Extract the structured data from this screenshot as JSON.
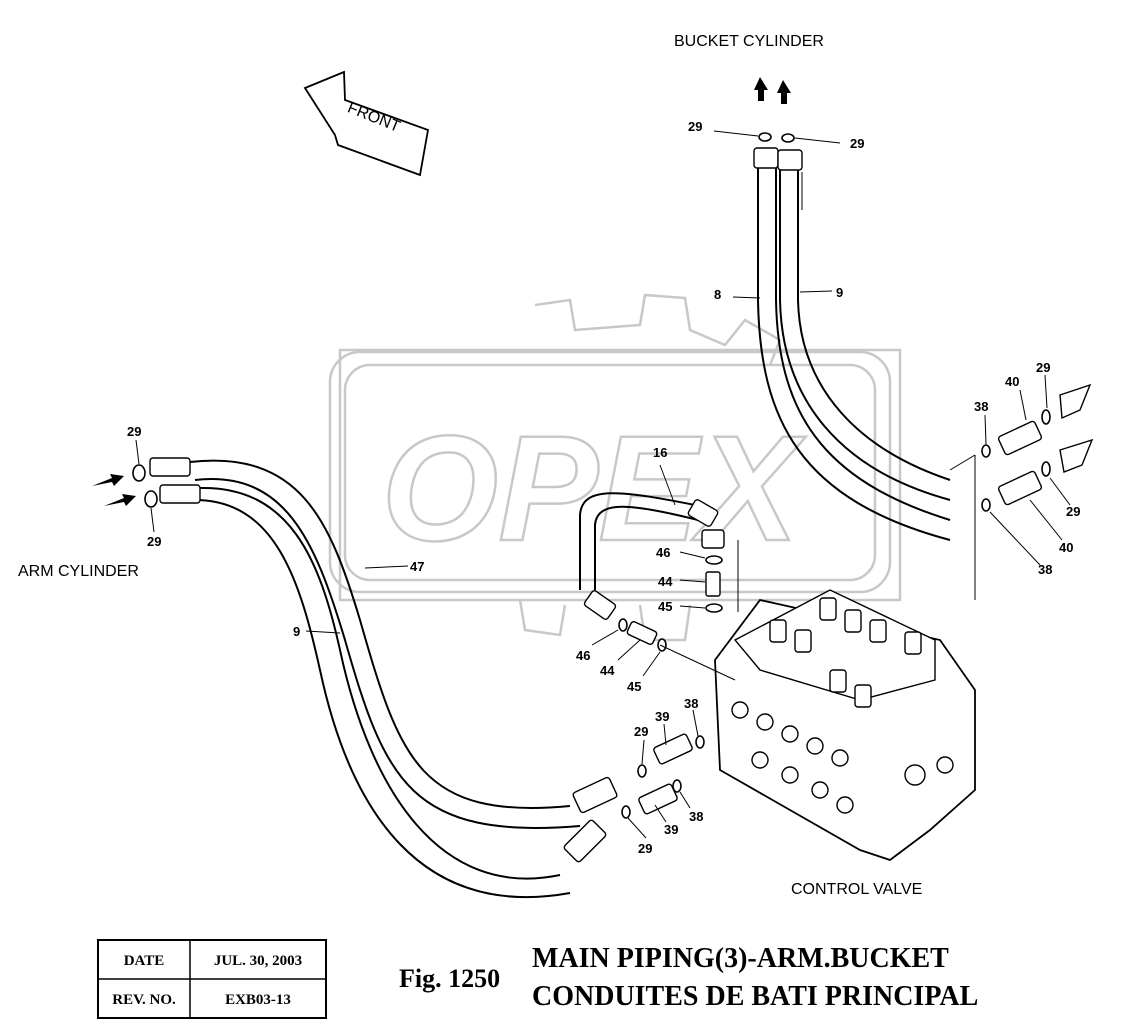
{
  "figure": {
    "number_label": "Fig. 1250",
    "title_line1": "MAIN PIPING(3)-ARM.BUCKET",
    "title_line2": "CONDUITES DE BATI PRINCIPAL"
  },
  "revision_table": {
    "date_label": "DATE",
    "date_value": "JUL. 30, 2003",
    "rev_label": "REV. NO.",
    "rev_value": "EXB03-13"
  },
  "watermark": {
    "text": "OPEX"
  },
  "direction_arrow": {
    "text": "FRONT"
  },
  "labels": {
    "bucket_cylinder": "BUCKET CYLINDER",
    "arm_cylinder": "ARM CYLINDER",
    "control_valve": "CONTROL VALVE"
  },
  "callouts": {
    "c29_bucket_left": "29",
    "c29_bucket_right": "29",
    "c8_bucket_hose": "8",
    "c9_bucket_hose": "9",
    "c29_arm_top": "29",
    "c29_arm_bottom": "29",
    "c47_arm_hose": "47",
    "c9_arm_hose": "9",
    "c16_hose": "16",
    "c46_upper": "46",
    "c44_upper": "44",
    "c45_upper": "45",
    "c46_lower": "46",
    "c44_lower": "44",
    "c45_lower": "45",
    "c40_upper": "40",
    "c29_right_upper": "29",
    "c38_right_upper": "38",
    "c29_right_lower": "29",
    "c40_lower": "40",
    "c38_right_lower": "38",
    "c29_valve_upper": "29",
    "c39_valve_upper": "39",
    "c38_valve_upper": "38",
    "c29_valve_lower": "29",
    "c39_valve_lower": "39",
    "c38_valve_lower": "38"
  }
}
